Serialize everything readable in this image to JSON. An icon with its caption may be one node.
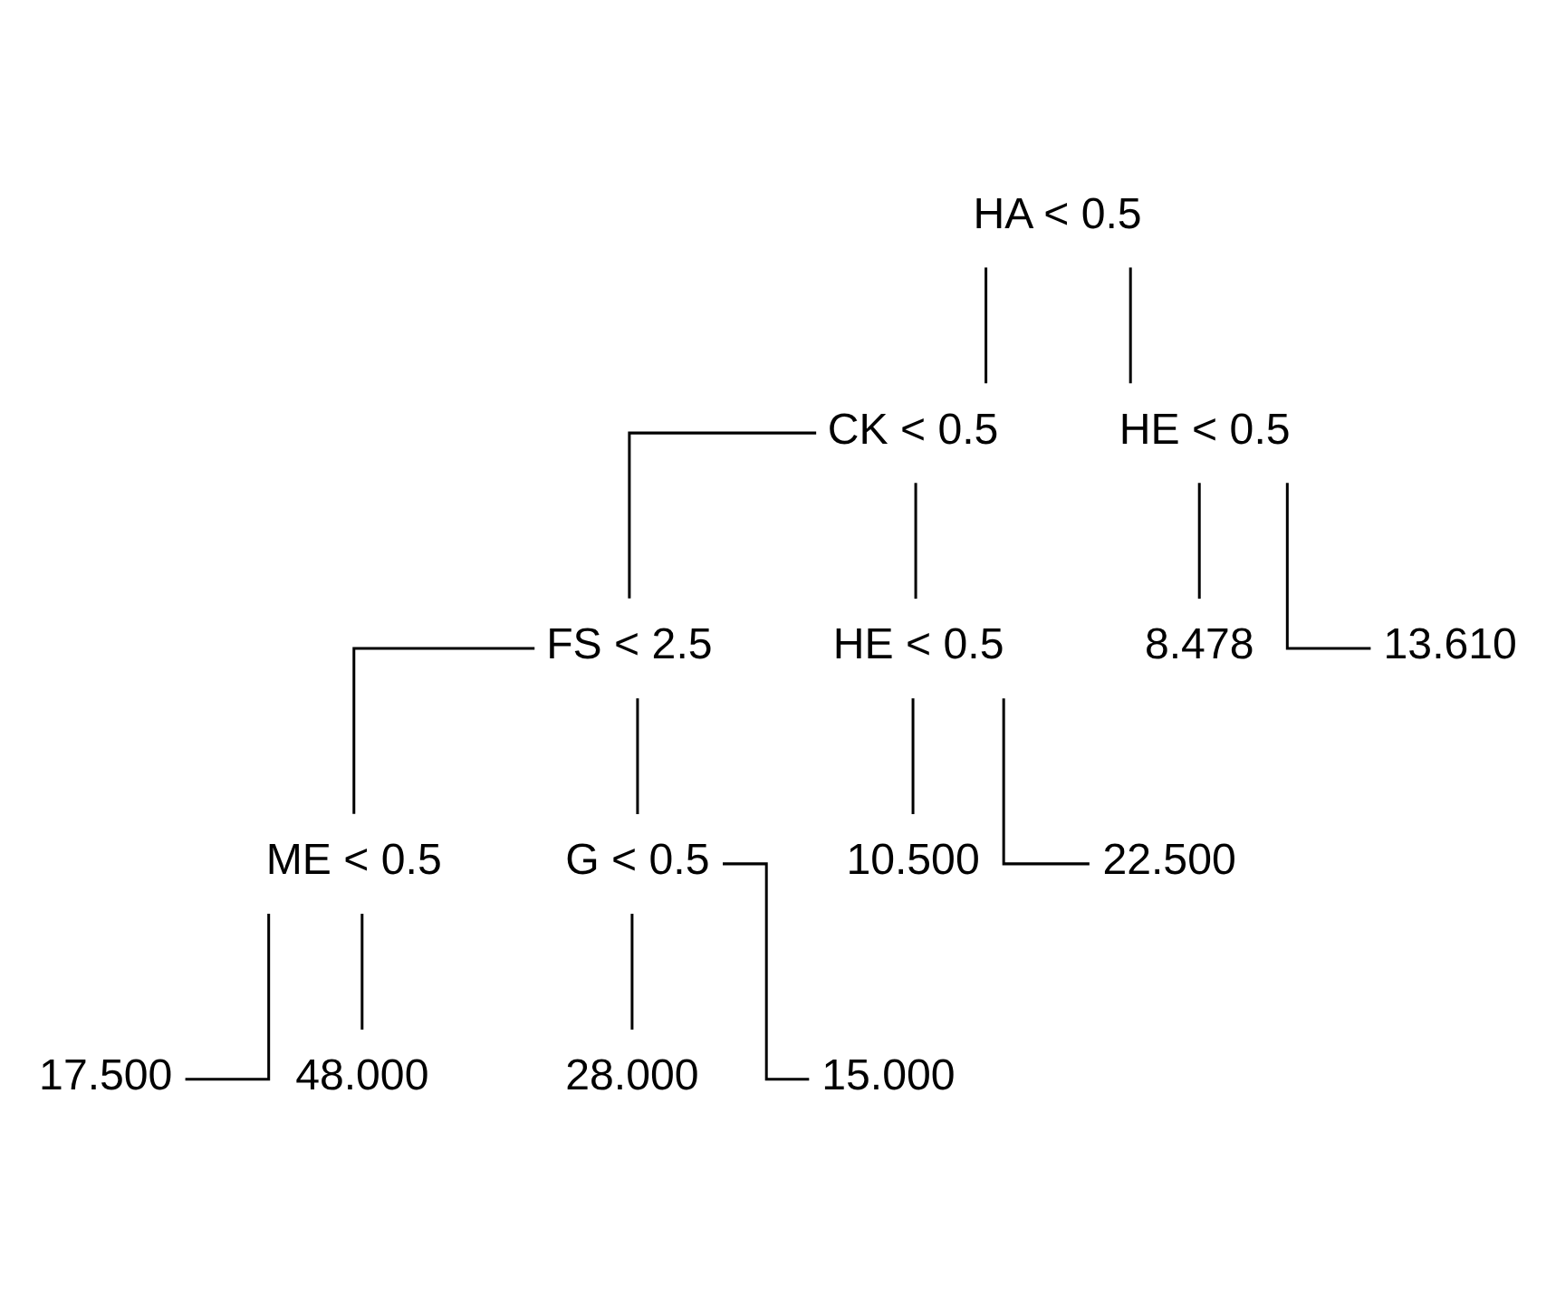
{
  "diagram": {
    "nodes": [
      {
        "text": [
          "HA < 0.5"
        ]
      },
      {
        "text": [
          "CK < 0.5"
        ]
      },
      {
        "text": [
          "HE < 0.5"
        ]
      },
      {
        "text": [
          "FS < 2.5"
        ]
      },
      {
        "text": [
          "HE < 0.5"
        ]
      },
      {
        "text": [
          "8.478"
        ]
      },
      {
        "text": [
          "13.610"
        ]
      },
      {
        "text": [
          "ME < 0.5"
        ]
      },
      {
        "text": [
          "G < 0.5"
        ]
      },
      {
        "text": [
          "10.500"
        ]
      },
      {
        "text": [
          "22.500"
        ]
      },
      {
        "text": [
          "28.000"
        ]
      },
      {
        "text": [
          "15.000"
        ]
      },
      {
        "text": [
          "17.500"
        ]
      },
      {
        "text": [
          "48.000"
        ]
      }
    ],
    "edges": [
      {
        "from": 0,
        "to": 1,
        "arrow": "none"
      },
      {
        "from": 0,
        "to": 2,
        "arrow": "none"
      },
      {
        "from": 1,
        "to": 3,
        "arrow": "none"
      },
      {
        "from": 1,
        "to": 4,
        "arrow": "none"
      },
      {
        "from": 2,
        "to": 5,
        "arrow": "none"
      },
      {
        "from": 2,
        "to": 6,
        "arrow": "none"
      },
      {
        "from": 3,
        "to": 7,
        "arrow": "none"
      },
      {
        "from": 3,
        "to": 8,
        "arrow": "none"
      },
      {
        "from": 4,
        "to": 9,
        "arrow": "none"
      },
      {
        "from": 4,
        "to": 10,
        "arrow": "none"
      },
      {
        "from": 8,
        "to": 11,
        "arrow": "none"
      },
      {
        "from": 8,
        "to": 12,
        "arrow": "none"
      },
      {
        "from": 7,
        "to": 13,
        "arrow": "none"
      },
      {
        "from": 7,
        "to": 14,
        "arrow": "none"
      }
    ]
  }
}
